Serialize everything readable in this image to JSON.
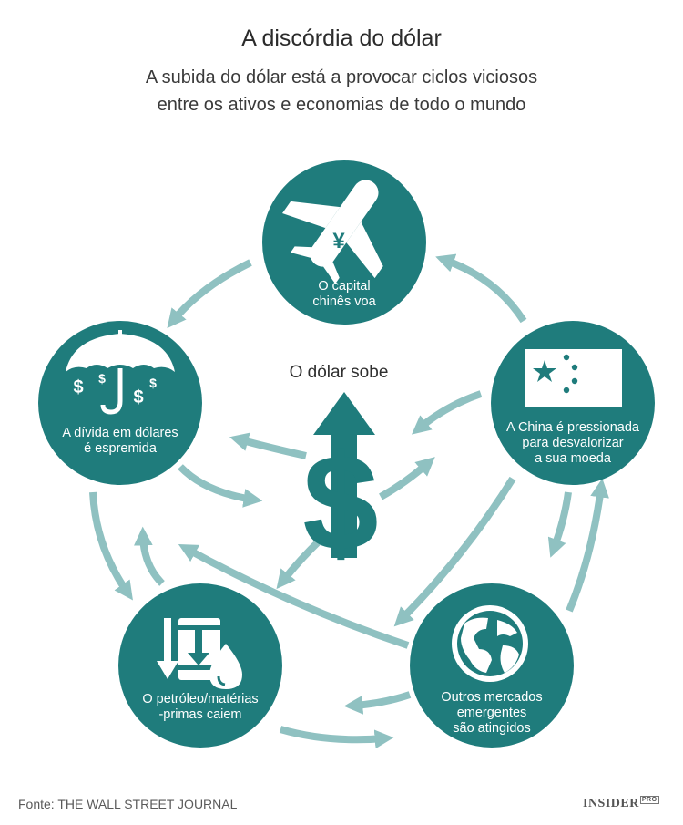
{
  "header": {
    "title": "A discórdia do dólar",
    "subtitle_line1": "A subida do dólar está a provocar ciclos viciosos",
    "subtitle_line2": "entre os ativos e economias de todo o mundo"
  },
  "center": {
    "label": "O dólar sobe",
    "symbol": "$"
  },
  "nodes": {
    "capital": {
      "line1": "O capital",
      "line2": "chinês voa",
      "icon": "plane-yuan-icon",
      "glyph": "¥"
    },
    "debt": {
      "line1": "A dívida em dólares",
      "line2": "é espremida",
      "icon": "umbrella-dollar-icon",
      "glyph": "$"
    },
    "china": {
      "line1": "A China é pressionada",
      "line2": "para desvalorizar",
      "line3": "a sua moeda",
      "icon": "china-flag-icon"
    },
    "oil": {
      "line1": "O petróleo/matérias",
      "line2": "-primas caiem",
      "icon": "oil-barrel-drop-icon"
    },
    "emerging": {
      "line1": "Outros mercados",
      "line2": "emergentes",
      "line3": "são atingidos",
      "icon": "globe-icon"
    }
  },
  "footer": {
    "source": "Fonte: THE WALL STREET JOURNAL",
    "brand": "INSIDER",
    "brand_tag": "PRO"
  },
  "colors": {
    "node_fill": "#1f7c7c",
    "arrow": "#8fc1c1",
    "center_dollar": "#1f7c7c"
  }
}
